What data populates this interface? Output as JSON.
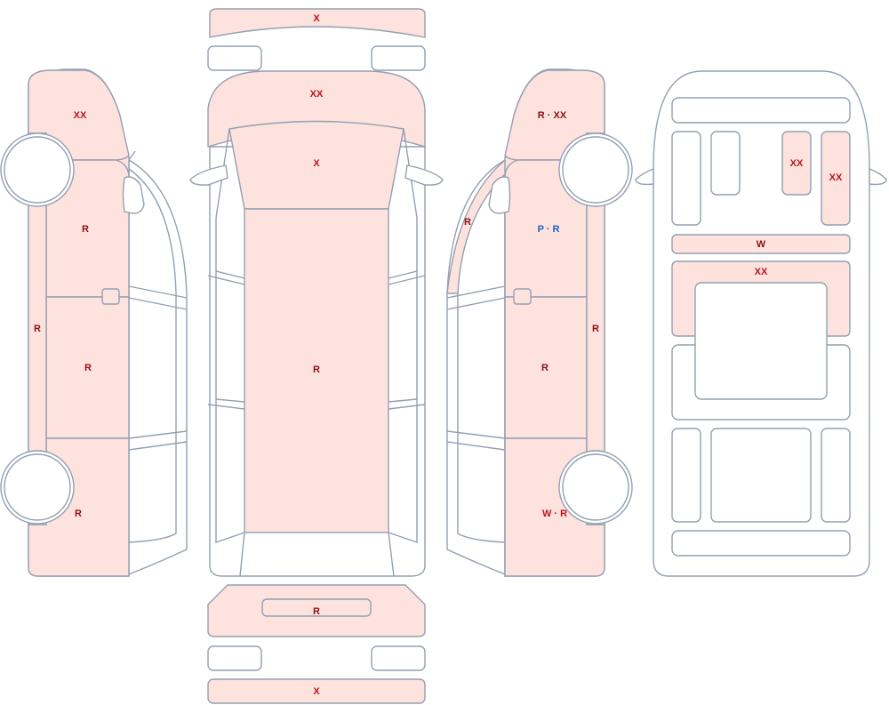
{
  "damage_codes": {
    "front_bumper": "X",
    "hood": "XX",
    "windshield": "X",
    "roof": "R",
    "tailgate_handle": "R",
    "rear_bumper": "X",
    "left_front_fender": "XX",
    "left_front_door": "R",
    "left_rocker": "R",
    "left_rear_door": "R",
    "left_quarter": "R",
    "right_a_pillar": "R",
    "right_front_fender": "R · XX",
    "right_front_door": {
      "first": "P",
      "sep": " · ",
      "second": "R"
    },
    "right_rocker": "R",
    "right_rear_door": "R",
    "right_quarter": "W · R",
    "interior_dash_left": "XX",
    "interior_dash_right": "XX",
    "interior_front_strip": "W",
    "interior_front_seats": "XX"
  },
  "colors": {
    "damaged_fill": "#fde2de",
    "outline": "#94a0b2",
    "code_red": "#c0121a",
    "code_dark": "#8a1116",
    "code_blue": "#1f5fc8"
  }
}
